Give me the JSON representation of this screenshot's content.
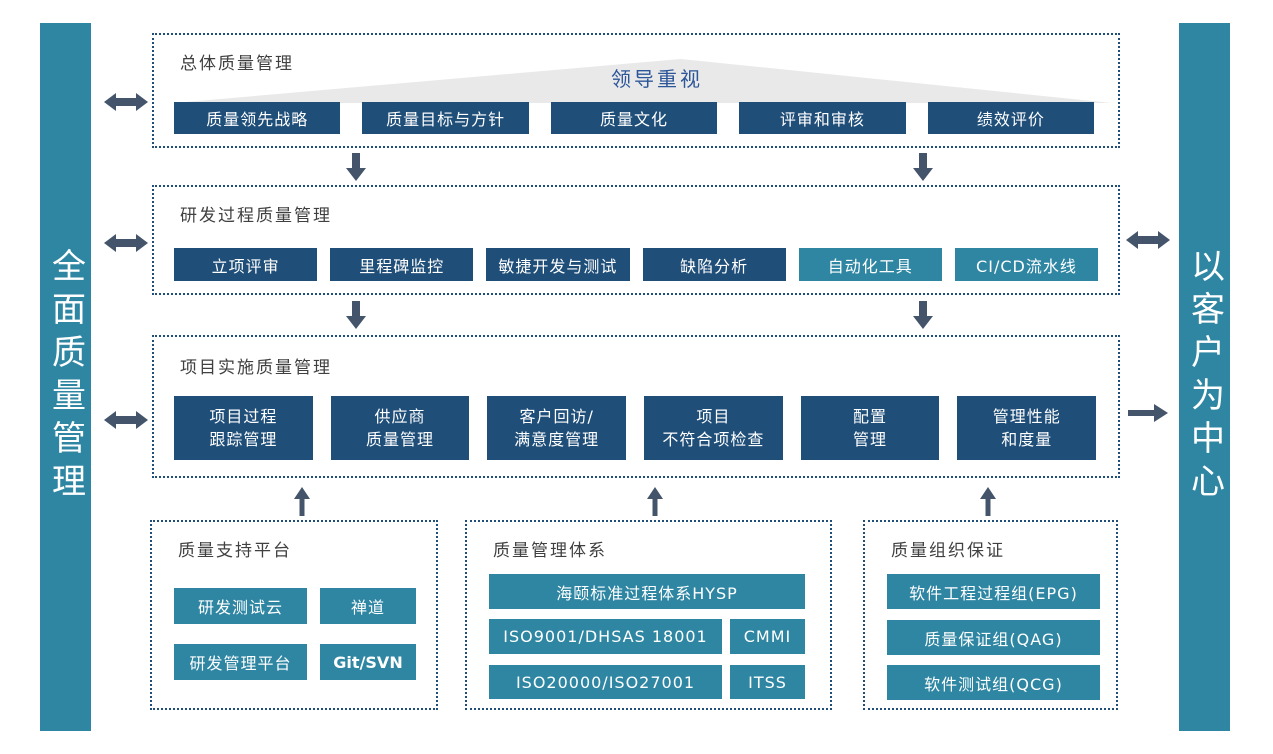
{
  "colors": {
    "dark_blue": "#1F4E79",
    "teal": "#2E86A3",
    "arrow": "#44546A",
    "dotted_border": "#1F4E79",
    "banner_bg": "#E9E9E9",
    "banner_text": "#2D5699",
    "title_text": "#404040"
  },
  "left_bar": {
    "label": "全面质量管理"
  },
  "right_bar": {
    "label": "以客户为中心"
  },
  "overall": {
    "title": "总体质量管理",
    "banner": "领导重视",
    "items": [
      "质量领先战略",
      "质量目标与方针",
      "质量文化",
      "评审和审核",
      "绩效评价"
    ]
  },
  "rd": {
    "title": "研发过程质量管理",
    "items": [
      "立项评审",
      "里程碑监控",
      "敏捷开发与测试",
      "缺陷分析",
      "自动化工具",
      "CI/CD流水线"
    ]
  },
  "project": {
    "title": "项目实施质量管理",
    "items": [
      "项目过程\n跟踪管理",
      "供应商\n质量管理",
      "客户回访/\n满意度管理",
      "项目\n不符合项检查",
      "配置\n管理",
      "管理性能\n和度量"
    ]
  },
  "platform": {
    "title": "质量支持平台",
    "items": [
      "研发测试云",
      "禅道",
      "研发管理平台",
      "Git/SVN"
    ]
  },
  "system": {
    "title": "质量管理体系",
    "wide": "海颐标准过程体系HYSP",
    "items": [
      "ISO9001/DHSAS 18001",
      "CMMI",
      "ISO20000/ISO27001",
      "ITSS"
    ]
  },
  "org": {
    "title": "质量组织保证",
    "items": [
      "软件工程过程组(EPG)",
      "质量保证组(QAG)",
      "软件测试组(QCG)"
    ]
  }
}
